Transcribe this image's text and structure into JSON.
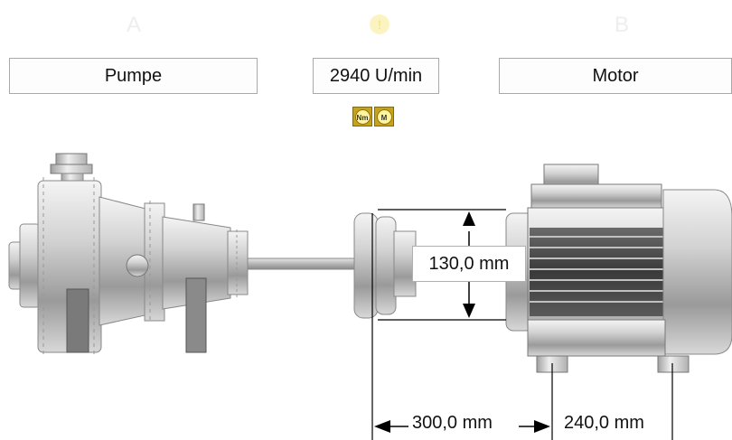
{
  "header": {
    "faint_a": "A",
    "faint_b": "B"
  },
  "pump": {
    "label": "Pumpe"
  },
  "speed": {
    "value": "2940 U/min"
  },
  "motor": {
    "label": "Motor"
  },
  "mode_icons": [
    {
      "icon": "nm-icon",
      "text": "Nm"
    },
    {
      "icon": "m-icon",
      "text": "M"
    }
  ],
  "dimensions": {
    "coupling_diameter": "130,0 mm",
    "shaft_distance": "300,0 mm",
    "foot_distance": "240,0 mm"
  },
  "colors": {
    "box_border": "#a9a9a9",
    "icon_gold": "#c9a21c",
    "icon_light": "#fff5a0",
    "dimension_line": "#000000"
  }
}
